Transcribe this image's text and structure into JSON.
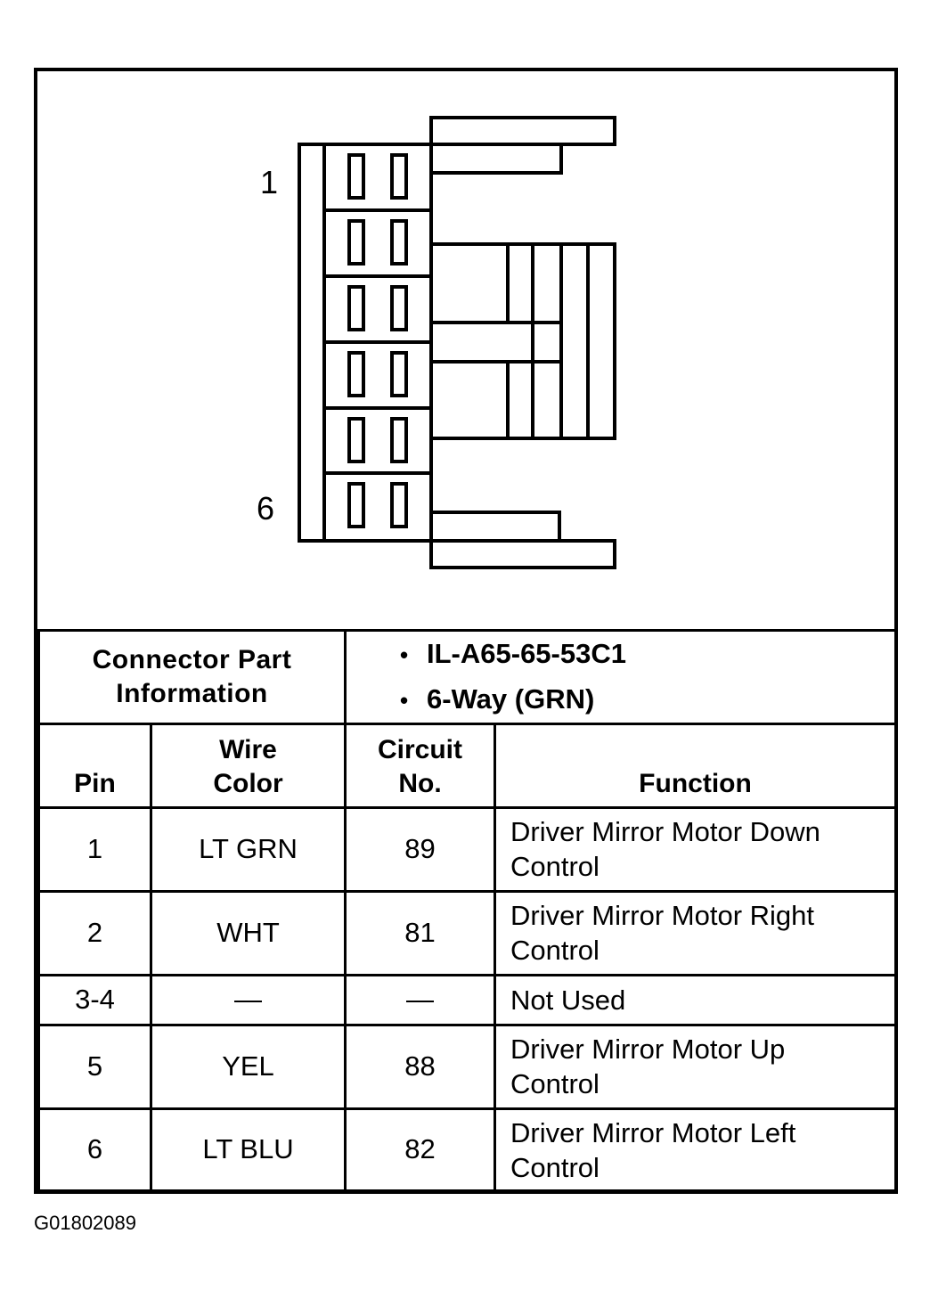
{
  "diagram": {
    "pin_first_label": "1",
    "pin_last_label": "6"
  },
  "connector_info": {
    "label_line1": "Connector Part",
    "label_line2": "Information",
    "part_number": "IL-A65-65-53C1",
    "description": "6-Way (GRN)",
    "bullet": "•"
  },
  "pin_table": {
    "headers": {
      "pin": "Pin",
      "wire_color_line1": "Wire",
      "wire_color_line2": "Color",
      "circuit_line1": "Circuit",
      "circuit_line2": "No.",
      "function": "Function"
    },
    "rows": [
      {
        "pin": "1",
        "wire": "LT GRN",
        "circuit": "89",
        "function_line1": "Driver Mirror Motor Down",
        "function_line2": "Control"
      },
      {
        "pin": "2",
        "wire": "WHT",
        "circuit": "81",
        "function_line1": "Driver Mirror Motor Right",
        "function_line2": "Control"
      },
      {
        "pin": "3-4",
        "wire": "—",
        "circuit": "—",
        "function_line1": "Not Used",
        "function_line2": ""
      },
      {
        "pin": "5",
        "wire": "YEL",
        "circuit": "88",
        "function_line1": "Driver Mirror Motor Up",
        "function_line2": "Control"
      },
      {
        "pin": "6",
        "wire": "LT BLU",
        "circuit": "82",
        "function_line1": "Driver Mirror Motor Left",
        "function_line2": "Control"
      }
    ]
  },
  "footer_code": "G01802089"
}
